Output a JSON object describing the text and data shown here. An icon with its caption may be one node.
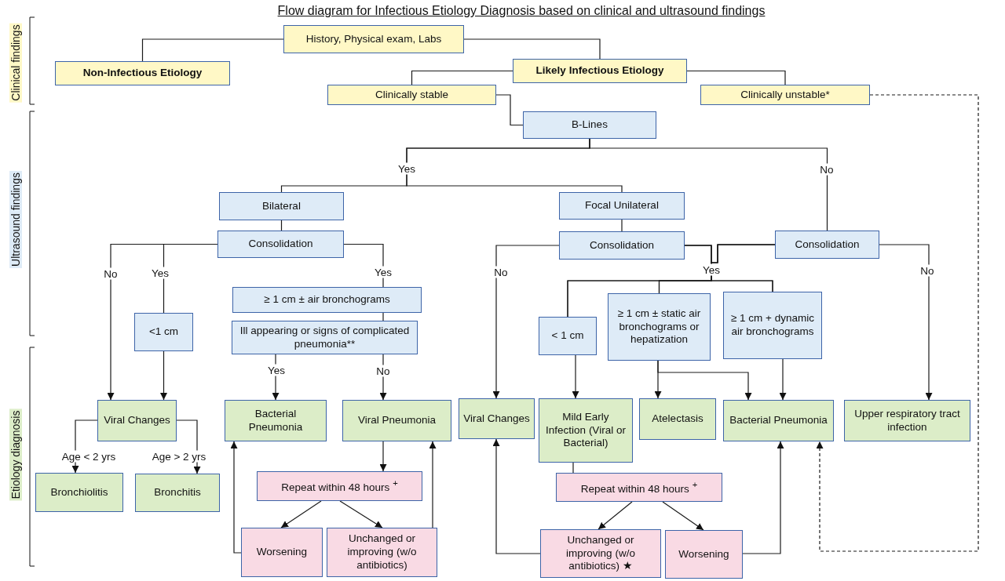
{
  "diagram": {
    "title": "Flow diagram for Infectious Etiology Diagnosis based on clinical and ultrasound findings",
    "nodes": [
      {
        "text": [
          "History, Physical exam, Labs"
        ]
      },
      {
        "text": [
          "Non-Infectious Etiology"
        ]
      },
      {
        "text": [
          "Likely Infectious Etiology"
        ]
      },
      {
        "text": [
          "Clinically stable"
        ]
      },
      {
        "text": [
          "Clinically unstable*"
        ]
      },
      {
        "text": [
          "B-Lines"
        ]
      },
      {
        "text": [
          "Bilateral"
        ]
      },
      {
        "text": [
          "Focal Unilateral"
        ]
      },
      {
        "text": [
          "Consolidation"
        ]
      },
      {
        "text": [
          "Consolidation"
        ]
      },
      {
        "text": [
          "Consolidation"
        ]
      },
      {
        "text": [
          "<1 cm"
        ]
      },
      {
        "text": [
          "≥ 1 cm ± air bronchograms"
        ]
      },
      {
        "text": [
          "Ill appearing or signs of complicated pneumonia**"
        ]
      },
      {
        "text": [
          "< 1 cm"
        ]
      },
      {
        "text": [
          "≥ 1 cm ± static air bronchograms or hepatization"
        ]
      },
      {
        "text": [
          "≥ 1 cm + dynamic air bronchograms"
        ]
      },
      {
        "text": [
          "Viral Changes"
        ]
      },
      {
        "text": [
          "Bacterial Pneumonia"
        ]
      },
      {
        "text": [
          "Viral Pneumonia"
        ]
      },
      {
        "text": [
          "Viral Changes"
        ]
      },
      {
        "text": [
          "Mild Early Infection (Viral or Bacterial)"
        ]
      },
      {
        "text": [
          "Atelectasis"
        ]
      },
      {
        "text": [
          "Bacterial Pneumonia"
        ]
      },
      {
        "text": [
          "Upper respiratory tract infection"
        ]
      },
      {
        "text": [
          "Bronchiolitis"
        ]
      },
      {
        "text": [
          "Bronchitis"
        ]
      },
      {
        "text": [
          "Repeat within 48 hours $^{+}$"
        ]
      },
      {
        "text": [
          "Worsening"
        ]
      },
      {
        "text": [
          "Unchanged or improving (w/o antibiotics)"
        ]
      },
      {
        "text": [
          "Repeat within 48 hours $^{+}$"
        ]
      },
      {
        "text": [
          "Unchanged or improving (w/o antibiotics) ★"
        ]
      },
      {
        "text": [
          "Worsening"
        ]
      }
    ],
    "edges": [
      {
        "from": 0,
        "to": 1,
        "arrow": "none"
      },
      {
        "from": 0,
        "to": 2,
        "arrow": "none"
      },
      {
        "from": 2,
        "to": 3,
        "arrow": "none"
      },
      {
        "from": 2,
        "to": 4,
        "arrow": "none"
      },
      {
        "from": 3,
        "to": 5,
        "arrow": "none"
      },
      {
        "from": 5,
        "to": 6,
        "arrow": "none",
        "label": "Yes"
      },
      {
        "from": 5,
        "to": 7,
        "arrow": "none"
      },
      {
        "from": 5,
        "to": 10,
        "arrow": "none",
        "label": "No"
      },
      {
        "from": 6,
        "to": 8,
        "arrow": "none"
      },
      {
        "from": 8,
        "to": 17,
        "arrow": "to",
        "label": "No"
      },
      {
        "from": 8,
        "to": 11,
        "arrow": "none",
        "label": "Yes"
      },
      {
        "from": 11,
        "to": 17,
        "arrow": "to"
      },
      {
        "from": 8,
        "to": 12,
        "arrow": "none",
        "label": "Yes"
      },
      {
        "from": 12,
        "to": 13,
        "arrow": "none"
      },
      {
        "from": 13,
        "to": 18,
        "arrow": "to",
        "label": "Yes"
      },
      {
        "from": 13,
        "to": 19,
        "arrow": "to",
        "label": "No"
      },
      {
        "from": 7,
        "to": 9,
        "arrow": "none"
      },
      {
        "from": 9,
        "to": 20,
        "arrow": "to",
        "label": "No"
      },
      {
        "from": 9,
        "to": 14,
        "arrow": "none",
        "label": "Yes"
      },
      {
        "from": 9,
        "to": 15,
        "arrow": "none"
      },
      {
        "from": 9,
        "to": 16,
        "arrow": "none"
      },
      {
        "from": 10,
        "to": 14,
        "arrow": "none"
      },
      {
        "from": 10,
        "to": 15,
        "arrow": "none"
      },
      {
        "from": 10,
        "to": 16,
        "arrow": "none"
      },
      {
        "from": 10,
        "to": 24,
        "arrow": "to",
        "label": "No"
      },
      {
        "from": 14,
        "to": 21,
        "arrow": "to"
      },
      {
        "from": 15,
        "to": 22,
        "arrow": "to"
      },
      {
        "from": 15,
        "to": 23,
        "arrow": "to"
      },
      {
        "from": 16,
        "to": 23,
        "arrow": "to"
      },
      {
        "from": 17,
        "to": 25,
        "arrow": "to",
        "label": "Age < 2 yrs"
      },
      {
        "from": 17,
        "to": 26,
        "arrow": "to",
        "label": "Age > 2 yrs"
      },
      {
        "from": 19,
        "to": 27,
        "arrow": "to"
      },
      {
        "from": 27,
        "to": 28,
        "arrow": "to"
      },
      {
        "from": 27,
        "to": 29,
        "arrow": "to"
      },
      {
        "from": 28,
        "to": 18,
        "arrow": "to"
      },
      {
        "from": 29,
        "to": 19,
        "arrow": "to"
      },
      {
        "from": 21,
        "to": 30,
        "arrow": "none"
      },
      {
        "from": 30,
        "to": 31,
        "arrow": "to"
      },
      {
        "from": 30,
        "to": 32,
        "arrow": "to"
      },
      {
        "from": 31,
        "to": 20,
        "arrow": "to"
      },
      {
        "from": 32,
        "to": 23,
        "arrow": "to"
      },
      {
        "from": 4,
        "to": 23,
        "arrow": "to",
        "style": "dashed"
      }
    ],
    "labels": [
      "Clinical findings",
      "Ultrasound findings",
      "Etiology diagnosis"
    ]
  }
}
